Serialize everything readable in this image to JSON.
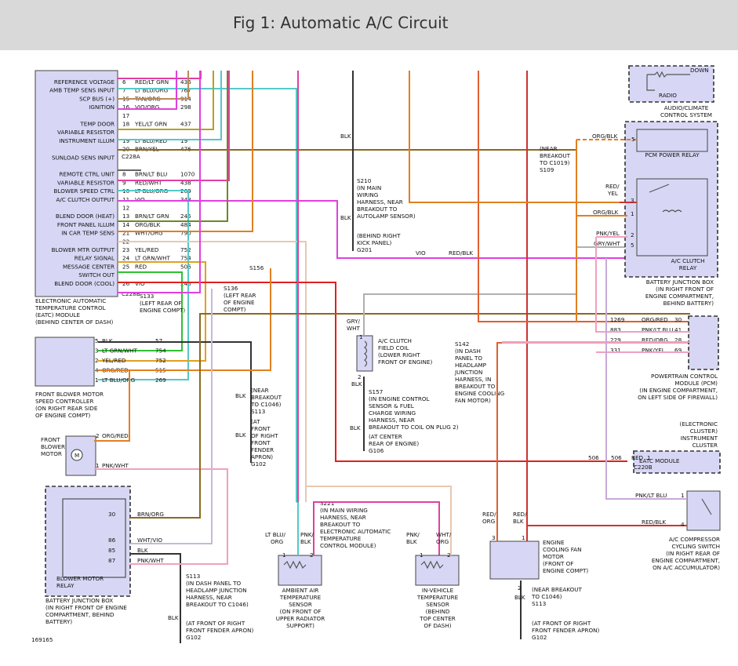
{
  "header": {
    "title": "Fig 1: Automatic A/C Circuit"
  },
  "colors": {
    "header_bg": "#d9d9d9",
    "component_fill": "#d7d7f5"
  },
  "eatc": {
    "pins": [
      {
        "name": "REFERENCE VOLTAGE",
        "pin": "6",
        "wire": "RED/LT GRN",
        "circuit": "436"
      },
      {
        "name": "AMB TEMP SENS INPUT",
        "pin": "7",
        "wire": "LT BLU/ORG",
        "circuit": "767"
      },
      {
        "name": "SCP BUS (+)",
        "pin": "15",
        "wire": "TAN/ORG",
        "circuit": "914"
      },
      {
        "name": "IGNITION",
        "pin": "16",
        "wire": "VIO/ORG",
        "circuit": "298"
      },
      {
        "name": "",
        "pin": "17",
        "wire": "",
        "circuit": ""
      },
      {
        "name": "TEMP DOOR",
        "pin": "18",
        "wire": "YEL/LT GRN",
        "circuit": "437"
      },
      {
        "name": "VARIABLE RESISTOR",
        "pin": "",
        "wire": "",
        "circuit": ""
      },
      {
        "name": "INSTRUMENT ILLUM",
        "pin": "19",
        "wire": "LT BLU/RED",
        "circuit": "19"
      },
      {
        "name": "",
        "pin": "20",
        "wire": "BRN/YEL",
        "circuit": "476"
      },
      {
        "name": "SUNLOAD SENS INPUT",
        "pin": "",
        "wire": "",
        "circuit": ""
      },
      {
        "name": "",
        "pin": "",
        "wire": "",
        "circuit": ""
      },
      {
        "name": "REMOTE CTRL UNIT",
        "pin": "8",
        "wire": "BRN/LT BLU",
        "circuit": "1070"
      },
      {
        "name": "VARIABLE RESISTOR",
        "pin": "9",
        "wire": "RED/WHT",
        "circuit": "438"
      },
      {
        "name": "BLOWER SPEED CTRL",
        "pin": "10",
        "wire": "LT BLU/ORG",
        "circuit": "269"
      },
      {
        "name": "A/C CLUTCH OUTPUT",
        "pin": "11",
        "wire": "VIO",
        "circuit": "348"
      },
      {
        "name": "",
        "pin": "12",
        "wire": "",
        "circuit": ""
      },
      {
        "name": "BLEND DOOR (HEAT)",
        "pin": "13",
        "wire": "BRN/LT GRN",
        "circuit": "245"
      },
      {
        "name": "FRONT PANEL ILLUM",
        "pin": "14",
        "wire": "ORG/BLK",
        "circuit": "484"
      },
      {
        "name": "IN CAR TEMP SENS",
        "pin": "21",
        "wire": "WHT/ORG",
        "circuit": "790"
      },
      {
        "name": "",
        "pin": "22",
        "wire": "",
        "circuit": ""
      },
      {
        "name": "BLOWER MTR OUTPUT",
        "pin": "23",
        "wire": "YEL/RED",
        "circuit": "752"
      },
      {
        "name": "RELAY SIGNAL",
        "pin": "24",
        "wire": "LT GRN/WHT",
        "circuit": "754"
      },
      {
        "name": "MESSAGE CENTER",
        "pin": "25",
        "wire": "RED",
        "circuit": "506"
      },
      {
        "name": "SWITCH OUT",
        "pin": "",
        "wire": "",
        "circuit": ""
      },
      {
        "name": "BLEND DOOR (COOL)",
        "pin": "26",
        "wire": "VIO",
        "circuit": "246"
      }
    ],
    "connector_a": "C228A",
    "connector_b": "C228B",
    "caption": [
      "ELECTRONIC AUTOMATIC",
      "TEMPERATURE CONTROL",
      "(EATC) MODULE",
      "(BEHIND CENTER OF DASH)"
    ]
  },
  "fbmsc": {
    "pins": [
      {
        "pin": "5",
        "wire": "BLK",
        "circuit": "57"
      },
      {
        "pin": "3",
        "wire": "LT GRN/WHT",
        "circuit": "754"
      },
      {
        "pin": "2",
        "wire": "YEL/RED",
        "circuit": "752"
      },
      {
        "pin": "4",
        "wire": "ORG/RED",
        "circuit": "515"
      },
      {
        "pin": "1",
        "wire": "LT BLU/ORG",
        "circuit": "269"
      }
    ],
    "caption": [
      "FRONT BLOWER MOTOR",
      "SPEED CONTROLLER",
      "(ON RIGHT REAR SIDE",
      "OF ENGINE COMPT)"
    ]
  },
  "front_blower": {
    "label": [
      "FRONT",
      "BLOWER",
      "MOTOR"
    ],
    "pin2": "2",
    "wire2": "ORG/RED",
    "pin1": "1",
    "wire1": "PNK/WHT",
    "symbol": "M"
  },
  "bjb_left": {
    "wires": [
      {
        "pin": "30",
        "wire": "BRN/ORG"
      },
      {
        "pin": "86",
        "wire": "WHT/VIO"
      },
      {
        "pin": "85",
        "wire": "BLK"
      },
      {
        "pin": "87",
        "wire": "PNK/WHT"
      }
    ],
    "relay_label": [
      "BLOWER MOTOR",
      "RELAY"
    ],
    "caption": [
      "BATTERY JUNCTION BOX",
      "(IN RIGHT FRONT OF ENGINE",
      "COMPARTMENT, BEHIND",
      "BATTERY)"
    ]
  },
  "splices": {
    "s210": [
      "S210",
      "(IN MAIN",
      "WIRING",
      "HARNESS, NEAR",
      "BREAKOUT TO",
      "AUTOLAMP SENSOR)"
    ],
    "g201": [
      "(BEHIND RIGHT",
      "KICK PANEL)",
      "G201"
    ],
    "s156": "S156",
    "s136": [
      "S136",
      "(LEFT REAR",
      "OF ENGINE",
      "COMPT)"
    ],
    "s133": [
      "S133",
      "(LEFT REAR OF",
      "ENGINE COMPT)"
    ],
    "s113_c1046": [
      "(NEAR",
      "BREAKOUT",
      "TO C1046)",
      "S113"
    ],
    "g102_mid": [
      "(AT",
      "FRONT",
      "OF RIGHT",
      "FRONT",
      "FENDER",
      "APRON)",
      "G102"
    ],
    "s221": [
      "S221",
      "(IN MAIN WIRING",
      "HARNESS, NEAR",
      "BREAKOUT TO",
      "ELECTRONIC AUTOMATIC",
      "TEMPERATURE",
      "CONTROL MODULE)"
    ],
    "s157": [
      "S157",
      "(IN ENGINE CONTROL",
      "SENSOR & FUEL",
      "CHARGE WIRING",
      "HARNESS, NEAR",
      "BREAKOUT TO COIL ON PLUG 2)"
    ],
    "g106": [
      "(AT CENTER",
      "REAR OF ENGINE)",
      "G106"
    ],
    "s142": [
      "S142",
      "(IN DASH",
      "PANEL TO",
      "HEADLAMP",
      "JUNCTION",
      "HARNESS, IN",
      "BREAKOUT TO",
      "ENGINE COOLING",
      "FAN MOTOR)"
    ],
    "s109": [
      "(NEAR",
      "BREAKOUT",
      "TO C1019)",
      "S109"
    ],
    "s113_dash": [
      "S113",
      "(IN DASH PANEL TO",
      "HEADLAMP JUNCTION",
      "HARNESS, NEAR",
      "BREAKOUT TO C1046)"
    ],
    "g102_low": [
      "(AT FRONT OF RIGHT",
      "FRONT FENDER APRON)",
      "G102"
    ],
    "fan_s113": [
      "(NEAR BREAKOUT",
      "TO C1046)",
      "S113"
    ],
    "fan_g102": [
      "(AT FRONT OF RIGHT",
      "FRONT FENDER APRON)",
      "G102"
    ]
  },
  "wire_labels": {
    "blk": "BLK",
    "vio": "VIO",
    "red_blk": "RED/BLK",
    "gry_wht": "GRY/WHT",
    "lt_blu_org": "LT BLU/ORG",
    "pnk_blk": "PNK/BLK",
    "wht_org": "WHT/ORG",
    "red_org": "RED/ORG",
    "red_blk_fan": "RED/BLK",
    "pnk_lt_blu": "PNK/LT BLU",
    "red_blk_sw": "RED/BLK",
    "red": "RED",
    "c506": "506"
  },
  "audio": {
    "label": "RADIO",
    "caption": [
      "AUDIO/CLIMATE",
      "CONTROL SYSTEM"
    ],
    "partial": "DOWN"
  },
  "bjb_right": {
    "pcm_relay": "PCM POWER RELAY",
    "pin5": "5",
    "wire_org_blk": "ORG/BLK",
    "red_yel": "RED/",
    "red_yel2": "YEL",
    "pins": [
      {
        "pin": "3",
        "wire": "RED/YEL"
      },
      {
        "pin": "1",
        "wire": "ORG/BLK"
      },
      {
        "pin": "2",
        "wire": "PNK/YEL"
      },
      {
        "pin": "5",
        "wire": "GRY/WHT"
      }
    ],
    "relay_label": [
      "A/C CLUTCH",
      "RELAY"
    ],
    "caption": [
      "BATTERY JUNCTION BOX",
      "(IN RIGHT FRONT OF",
      "ENGINE COMPARTMENT,",
      "BEHIND BATTERY)"
    ]
  },
  "pcm": {
    "pins": [
      {
        "circuit": "1269",
        "wire": "ORG/RED",
        "pin": "30"
      },
      {
        "circuit": "883",
        "wire": "PNK/LT BLU",
        "pin": "41"
      },
      {
        "circuit": "229",
        "wire": "RED/ORG",
        "pin": "28"
      },
      {
        "circuit": "331",
        "wire": "PNK/YEL",
        "pin": "69"
      }
    ],
    "caption": [
      "POWERTRAIN CONTROL",
      "MODULE (PCM)",
      "(IN ENGINE COMPARTMENT,",
      "ON LEFT SIDE OF FIREWALL)"
    ]
  },
  "cluster": {
    "caption": [
      "(ELECTRONIC",
      "CLUSTER)",
      "INSTRUMENT",
      "CLUSTER"
    ],
    "module": "EATC MODULE",
    "circuit": "506",
    "wire": "RED",
    "pin": "1",
    "connector": "C220B"
  },
  "clutch_coil": {
    "caption": [
      "A/C CLUTCH",
      "FIELD COIL",
      "(LOWER RIGHT",
      "FRONT OF ENGINE)"
    ],
    "pin1": "1",
    "pin2": "2",
    "wire_top": "GRY/",
    "wire_top2": "WHT",
    "wire_bot": "BLK"
  },
  "fan": {
    "caption": [
      "ENGINE",
      "COOLING FAN",
      "MOTOR",
      "(FRONT OF",
      "ENGINE COMPT)"
    ],
    "pin3": "3",
    "pin1": "1",
    "pin2": "2",
    "wire_left": "RED/",
    "wire_left2": "ORG",
    "wire_right": "RED/",
    "wire_right2": "BLK",
    "wire_bot": "BLK"
  },
  "ambient": {
    "caption": [
      "AMBIENT AIR",
      "TEMPERATURE",
      "SENSOR",
      "(ON FRONT OF",
      "UPPER RADIATOR",
      "SUPPORT)"
    ],
    "pin1": "1",
    "pin2": "2",
    "wire1": "LT BLU/",
    "wire1b": "ORG",
    "wire2": "PNK/",
    "wire2b": "BLK"
  },
  "invehicle": {
    "caption": [
      "IN-VEHICLE",
      "TEMPERATURE",
      "SENSOR",
      "(BEHIND",
      "TOP CENTER",
      "OF DASH)"
    ],
    "pin1": "1",
    "pin2": "2",
    "wire1": "PNK/",
    "wire1b": "BLK",
    "wire2": "WHT/",
    "wire2b": "ORG"
  },
  "compressor": {
    "caption": [
      "A/C COMPRESSOR",
      "CYCLING SWITCH",
      "(IN RIGHT REAR OF",
      "ENGINE COMPARTMENT,",
      "ON A/C ACCUMULATOR)"
    ],
    "pin1": "1",
    "pin4": "4",
    "wire1": "PNK/LT BLU",
    "wire4": "RED/BLK"
  },
  "figure_id": "169165"
}
